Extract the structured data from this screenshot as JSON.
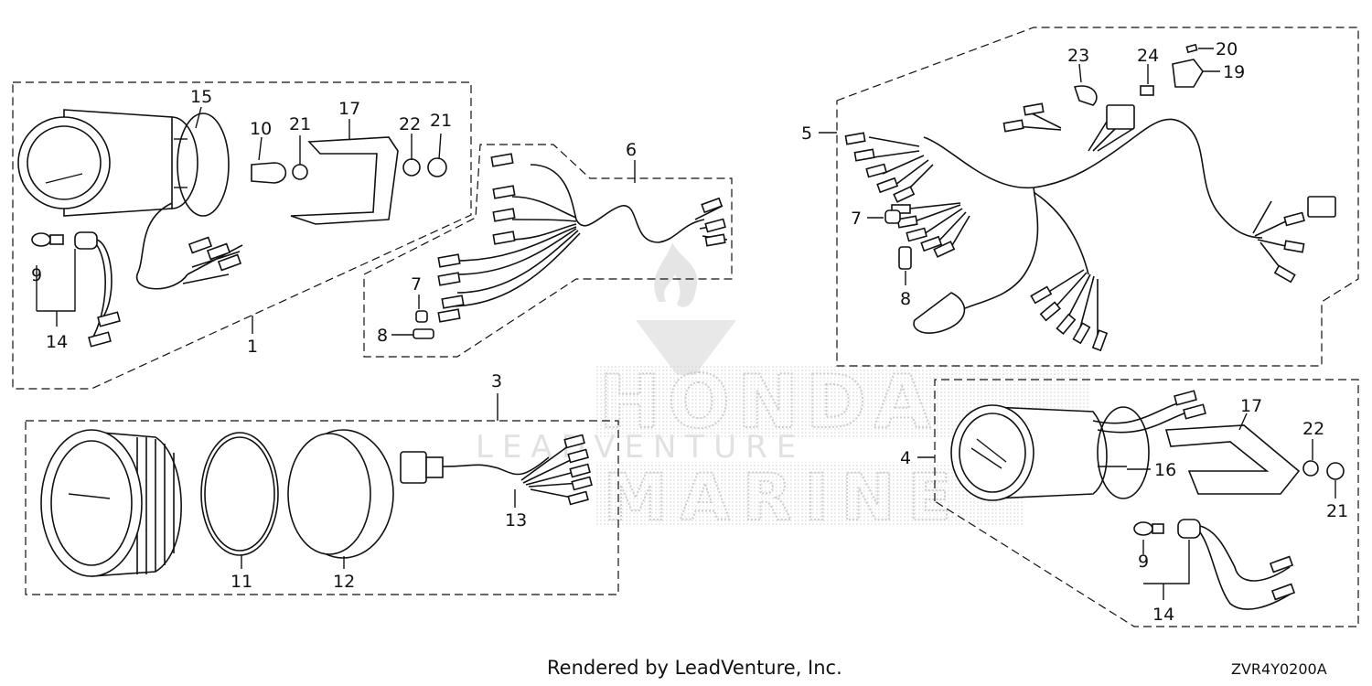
{
  "footer": {
    "credit": "Rendered by LeadVenture, Inc.",
    "diagram_code": "ZVR4Y0200A"
  },
  "watermark": {
    "brand": "HONDA",
    "tagline": "LEADVENTURE",
    "division": "MARINE"
  },
  "callouts": {
    "g1": {
      "assembly": "1",
      "gauge": "15",
      "clamp": "10",
      "nut_a": "21",
      "bracket": "17",
      "washer": "22",
      "nut_b": "21",
      "bulb": "9",
      "socket": "14"
    },
    "g6": {
      "harness": "6",
      "cap": "7",
      "sleeve": "8"
    },
    "g3": {
      "assembly": "3",
      "ring": "11",
      "bezel": "12",
      "cable": "13"
    },
    "g5": {
      "harness": "5",
      "clip": "23",
      "fuse": "24",
      "label": "20",
      "holder": "19",
      "cap": "7",
      "sleeve": "8"
    },
    "g4": {
      "assembly": "4",
      "bracket": "17",
      "washer": "22",
      "gauge": "16",
      "nut": "21",
      "bulb": "9",
      "socket": "14"
    }
  }
}
